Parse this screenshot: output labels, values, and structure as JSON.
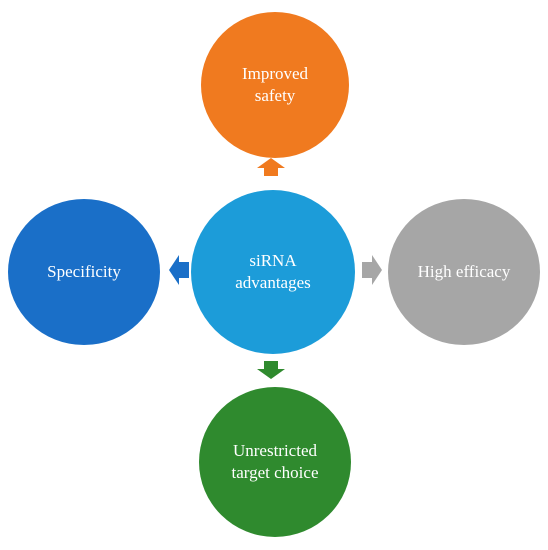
{
  "diagram": {
    "center": {
      "label": "siRNA\nadvantages",
      "color": "#1c9cd9"
    },
    "top": {
      "label": "Improved\nsafety",
      "color": "#f07a1f"
    },
    "left": {
      "label": "Specificity",
      "color": "#1a6fc8"
    },
    "right": {
      "label": "High efficacy",
      "color": "#a6a6a6"
    },
    "bottom": {
      "label": "Unrestricted\ntarget choice",
      "color": "#2f8a2e"
    },
    "arrows": {
      "up_color": "#f07a1f",
      "left_color": "#1a6fc8",
      "right_color": "#a6a6a6",
      "down_color": "#2f8a2e"
    }
  }
}
